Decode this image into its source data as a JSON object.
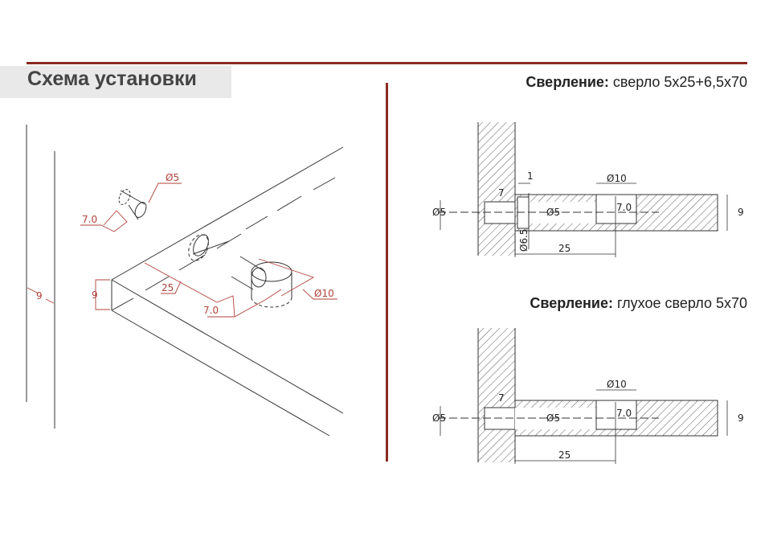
{
  "title": "Схема установки",
  "drilling": [
    {
      "label": "Сверление:",
      "value": "сверло 5х25+6,5х70"
    },
    {
      "label": "Сверление:",
      "value": "глухое сверло 5х70"
    }
  ],
  "iso_dims": {
    "d_pin": "Ø5",
    "pin_len": "7.0",
    "depth": "25",
    "cam_offset": "7.0",
    "d_cam": "Ø10",
    "thick_panel": "9",
    "thick_wall": "9"
  },
  "section1": {
    "d_left": "Ø5",
    "d_mid": "Ø5",
    "d_cam": "Ø10",
    "cam_depth": "7.0",
    "thickness": "9",
    "len": "25",
    "wall_depth": "7",
    "step": "1",
    "d_sleeve": "Ø6.5"
  },
  "section2": {
    "d_left": "Ø5",
    "d_mid": "Ø5",
    "d_cam": "Ø10",
    "cam_depth": "7.0",
    "thickness": "9",
    "len": "25",
    "wall_depth": "7"
  },
  "colors": {
    "accent": "#8b2a22",
    "dim": "#b0413a"
  }
}
